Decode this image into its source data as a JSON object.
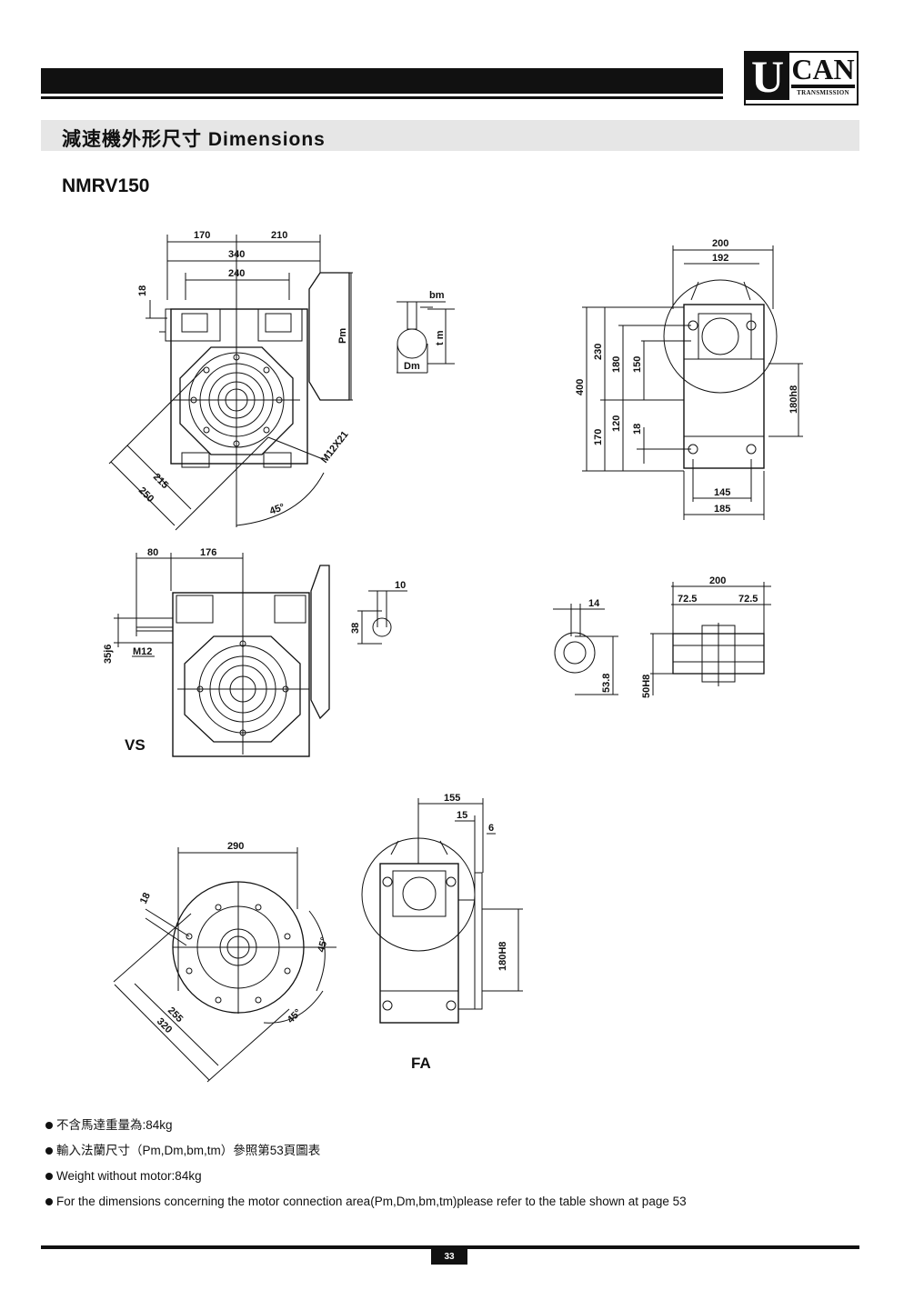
{
  "brand": {
    "letter": "U",
    "name": "CAN",
    "tagline": "TRANSMISSION"
  },
  "section": {
    "title": "減速機外形尺寸  Dimensions"
  },
  "model": "NMRV150",
  "views": {
    "main": {
      "d170": "170",
      "d210": "210",
      "d340": "340",
      "d240": "240",
      "d18": "18",
      "pm": "Pm",
      "m12x21": "M12X21",
      "d215": "215",
      "d250": "250",
      "a45": "45°"
    },
    "shaft_input": {
      "bm": "bm",
      "tm": "t m",
      "dm": "Dm"
    },
    "side": {
      "d200": "200",
      "d192": "192",
      "d400": "400",
      "d230": "230",
      "d180": "180",
      "d150": "150",
      "d170": "170",
      "d120": "120",
      "d18": "18",
      "d180h8": "180h8",
      "d145": "145",
      "d185": "185"
    },
    "vs": {
      "d80": "80",
      "d176": "176",
      "d35j6": "35j6",
      "m12": "M12",
      "label": "VS",
      "d10": "10",
      "d38": "38"
    },
    "hollow": {
      "d14": "14",
      "d53_8": "53.8",
      "d200": "200",
      "d72_5a": "72.5",
      "d72_5b": "72.5",
      "d50h8": "50H8"
    },
    "fa": {
      "d290": "290",
      "d18": "18",
      "d45a": "45°",
      "d255": "255",
      "d320": "320",
      "d45b": "45°",
      "d155": "155",
      "d15": "15",
      "d6": "6",
      "d180h8": "180H8",
      "label": "FA"
    }
  },
  "notes": [
    "不含馬達重量為:84kg",
    "輸入法蘭尺寸（Pm,Dm,bm,tm）參照第53頁圖表",
    "Weight without motor:84kg",
    "For the dimensions concerning the motor connection area(Pm,Dm,bm,tm)please refer to the table shown at page 53"
  ],
  "page_number": "33"
}
